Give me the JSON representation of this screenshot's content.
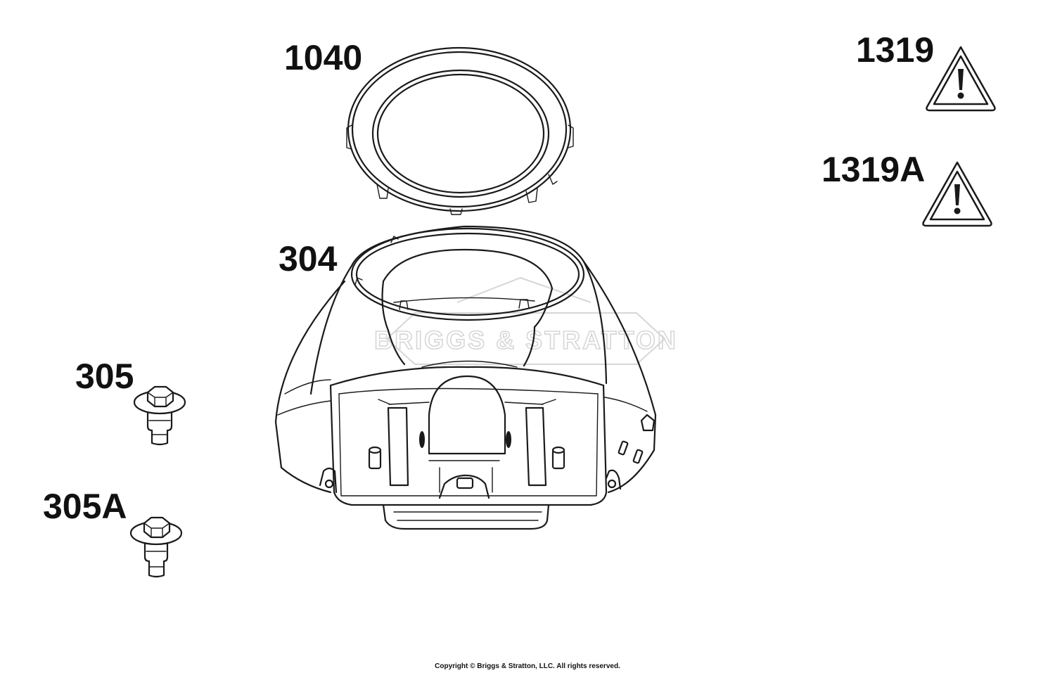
{
  "parts": [
    {
      "id": "ring",
      "label": "1040"
    },
    {
      "id": "housing",
      "label": "304"
    },
    {
      "id": "screw",
      "label": "305"
    },
    {
      "id": "screw-alt",
      "label": "305A"
    },
    {
      "id": "warning",
      "label": "1319"
    },
    {
      "id": "warning-alt",
      "label": "1319A"
    }
  ],
  "watermark": "BRIGGS & STRATTON",
  "copyright": "Copyright © Briggs & Stratton, LLC. All rights reserved.",
  "colors": {
    "line": "#1a1a1a",
    "background": "#ffffff",
    "watermark": "#d6d6d6"
  }
}
